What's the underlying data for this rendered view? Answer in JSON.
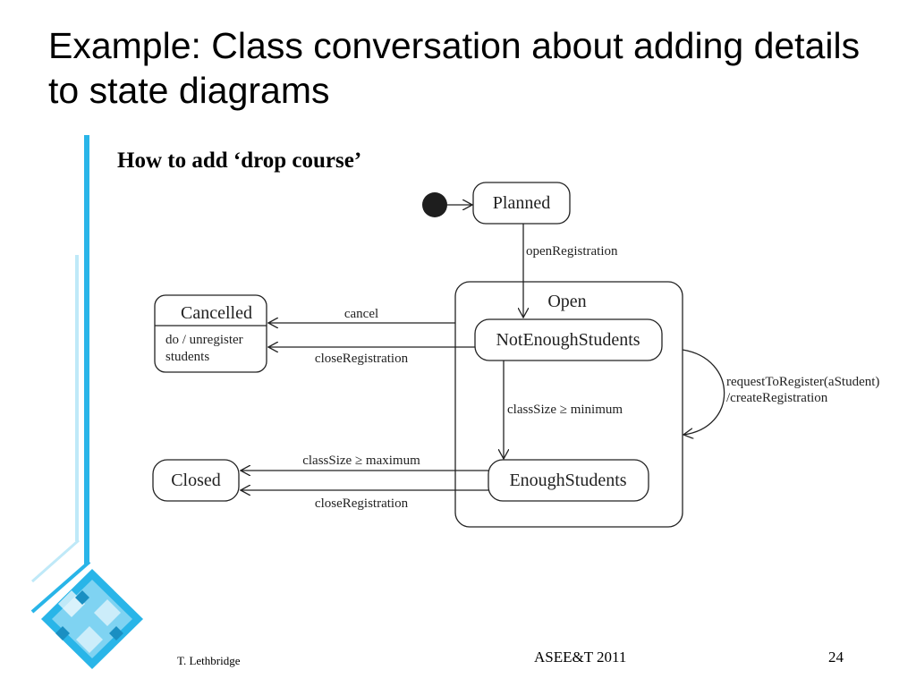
{
  "slide": {
    "title": "Example: Class conversation about adding details to state diagrams",
    "subtitle": "How to add ‘drop course’",
    "footer_author": "T. Lethbridge",
    "footer_conference": "ASEE&T 2011",
    "page_number": "24"
  },
  "diagram": {
    "states": {
      "planned": "Planned",
      "open": "Open",
      "not_enough_students": "NotEnoughStudents",
      "enough_students": "EnoughStudents",
      "cancelled": "Cancelled",
      "cancelled_activity_line1": "do / unregister",
      "cancelled_activity_line2": "students",
      "closed": "Closed"
    },
    "transitions": {
      "open_registration": "openRegistration",
      "cancel": "cancel",
      "close_registration_1": "closeRegistration",
      "class_size_minimum": "classSize ≥ minimum",
      "class_size_maximum": "classSize ≥ maximum",
      "close_registration_2": "closeRegistration",
      "request_line1": "requestToRegister(aStudent)",
      "request_line2": "/createRegistration"
    }
  },
  "colors": {
    "accent_blue": "#29b5e8",
    "accent_light": "#cfeffb"
  }
}
